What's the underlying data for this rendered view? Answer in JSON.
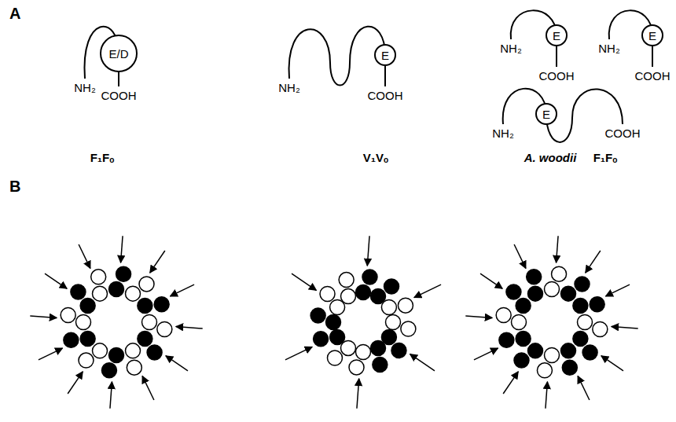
{
  "diagram": {
    "nodes": [
      {
        "text": [
          "E/D"
        ]
      },
      {
        "text": [
          "E"
        ]
      },
      {
        "text": [
          "E"
        ]
      },
      {
        "text": [
          "E"
        ]
      },
      {
        "text": [
          "E"
        ]
      }
    ],
    "labels": [
      "A",
      "NH₂",
      "COOH",
      "NH₂",
      "COOH",
      "NH₂",
      "COOH",
      "NH₂",
      "COOH",
      "NH₂",
      "COOH",
      "F₁Fₒ",
      "V₁Vₒ",
      "A. woodii",
      "F₁Fₒ",
      "B"
    ]
  }
}
